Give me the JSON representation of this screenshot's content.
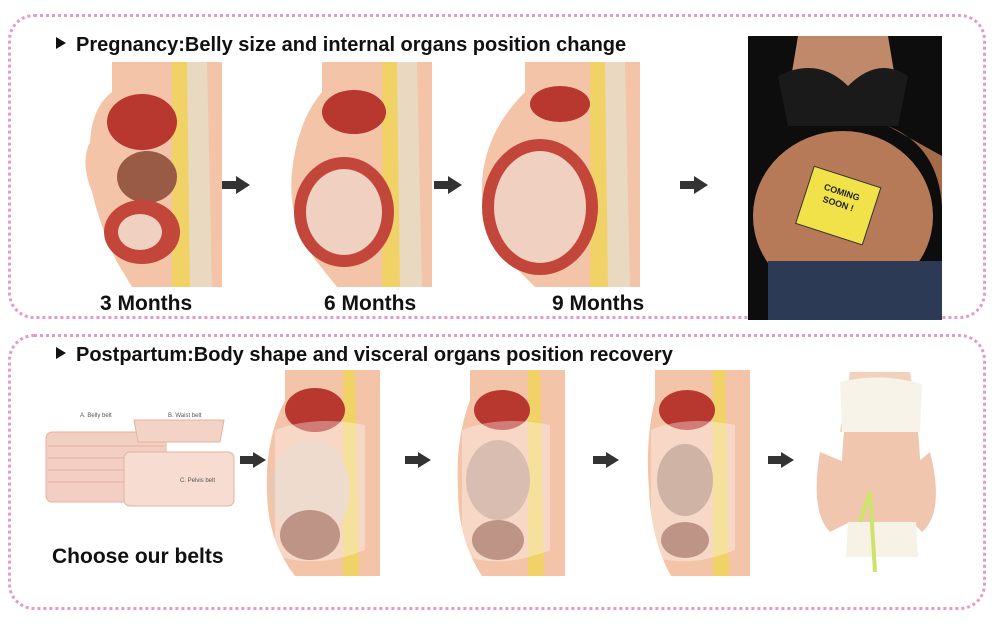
{
  "pregnancy": {
    "heading": "Pregnancy:Belly size and internal organs position change",
    "stages": [
      {
        "label": "3 Months"
      },
      {
        "label": "6 Months"
      },
      {
        "label": "9 Months"
      }
    ],
    "sign_text": "COMING SOON !"
  },
  "postpartum": {
    "heading": "Postpartum:Body shape and visceral organs position recovery",
    "belts": {
      "a_label": "A. Belly belt",
      "b_label": "B. Waist belt",
      "c_label": "C. Pelvis belt"
    },
    "cta": "Choose our belts"
  },
  "colors": {
    "border": "#e59bc5",
    "skin": "#f3c4a8",
    "organ_red": "#b8372f",
    "spine_yellow": "#f0d267"
  }
}
